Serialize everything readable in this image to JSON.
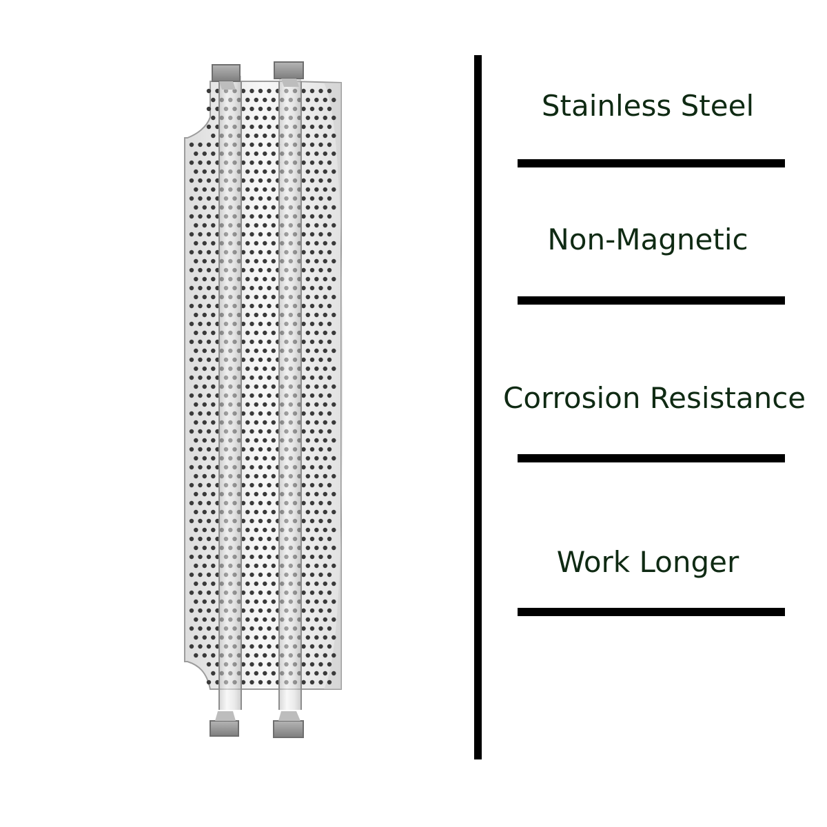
{
  "colors": {
    "background": "#ffffff",
    "label_text": "#0f2a13",
    "rule": "#000000",
    "steel_light": "#e8e8e8",
    "steel_dark": "#9a9a9a",
    "hole": "#3a3a3a"
  },
  "product": {
    "icon": "perforated-shaver-foil"
  },
  "features": [
    {
      "label": "Stainless Steel"
    },
    {
      "label": "Non-Magnetic"
    },
    {
      "label": "Corrosion Resistance"
    },
    {
      "label": "Work Longer"
    }
  ]
}
